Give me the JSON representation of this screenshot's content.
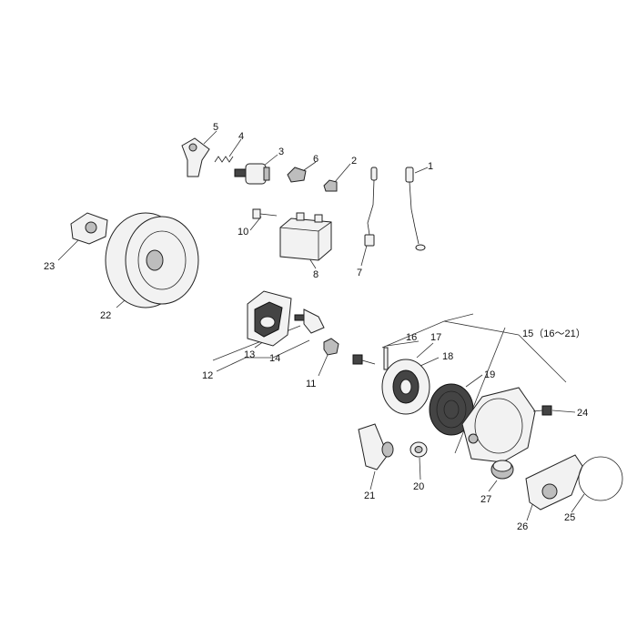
{
  "callouts": [
    {
      "id": "p1",
      "text": "1"
    },
    {
      "id": "p2",
      "text": "2"
    },
    {
      "id": "p3",
      "text": "3"
    },
    {
      "id": "p4",
      "text": "4"
    },
    {
      "id": "p5",
      "text": "5"
    },
    {
      "id": "p6",
      "text": "6"
    },
    {
      "id": "p7",
      "text": "7"
    },
    {
      "id": "p8",
      "text": "8"
    },
    {
      "id": "p10",
      "text": "10"
    },
    {
      "id": "p11",
      "text": "11"
    },
    {
      "id": "p12",
      "text": "12"
    },
    {
      "id": "p13",
      "text": "13"
    },
    {
      "id": "p14",
      "text": "14"
    },
    {
      "id": "p15",
      "text": "15（16～21）"
    },
    {
      "id": "p16",
      "text": "16"
    },
    {
      "id": "p17",
      "text": "17"
    },
    {
      "id": "p18",
      "text": "18"
    },
    {
      "id": "p19",
      "text": "19"
    },
    {
      "id": "p20",
      "text": "20"
    },
    {
      "id": "p21",
      "text": "21"
    },
    {
      "id": "p22",
      "text": "22"
    },
    {
      "id": "p23",
      "text": "23"
    },
    {
      "id": "p24",
      "text": "24"
    },
    {
      "id": "p25",
      "text": "25"
    },
    {
      "id": "p26",
      "text": "26"
    },
    {
      "id": "p27",
      "text": "27"
    }
  ]
}
